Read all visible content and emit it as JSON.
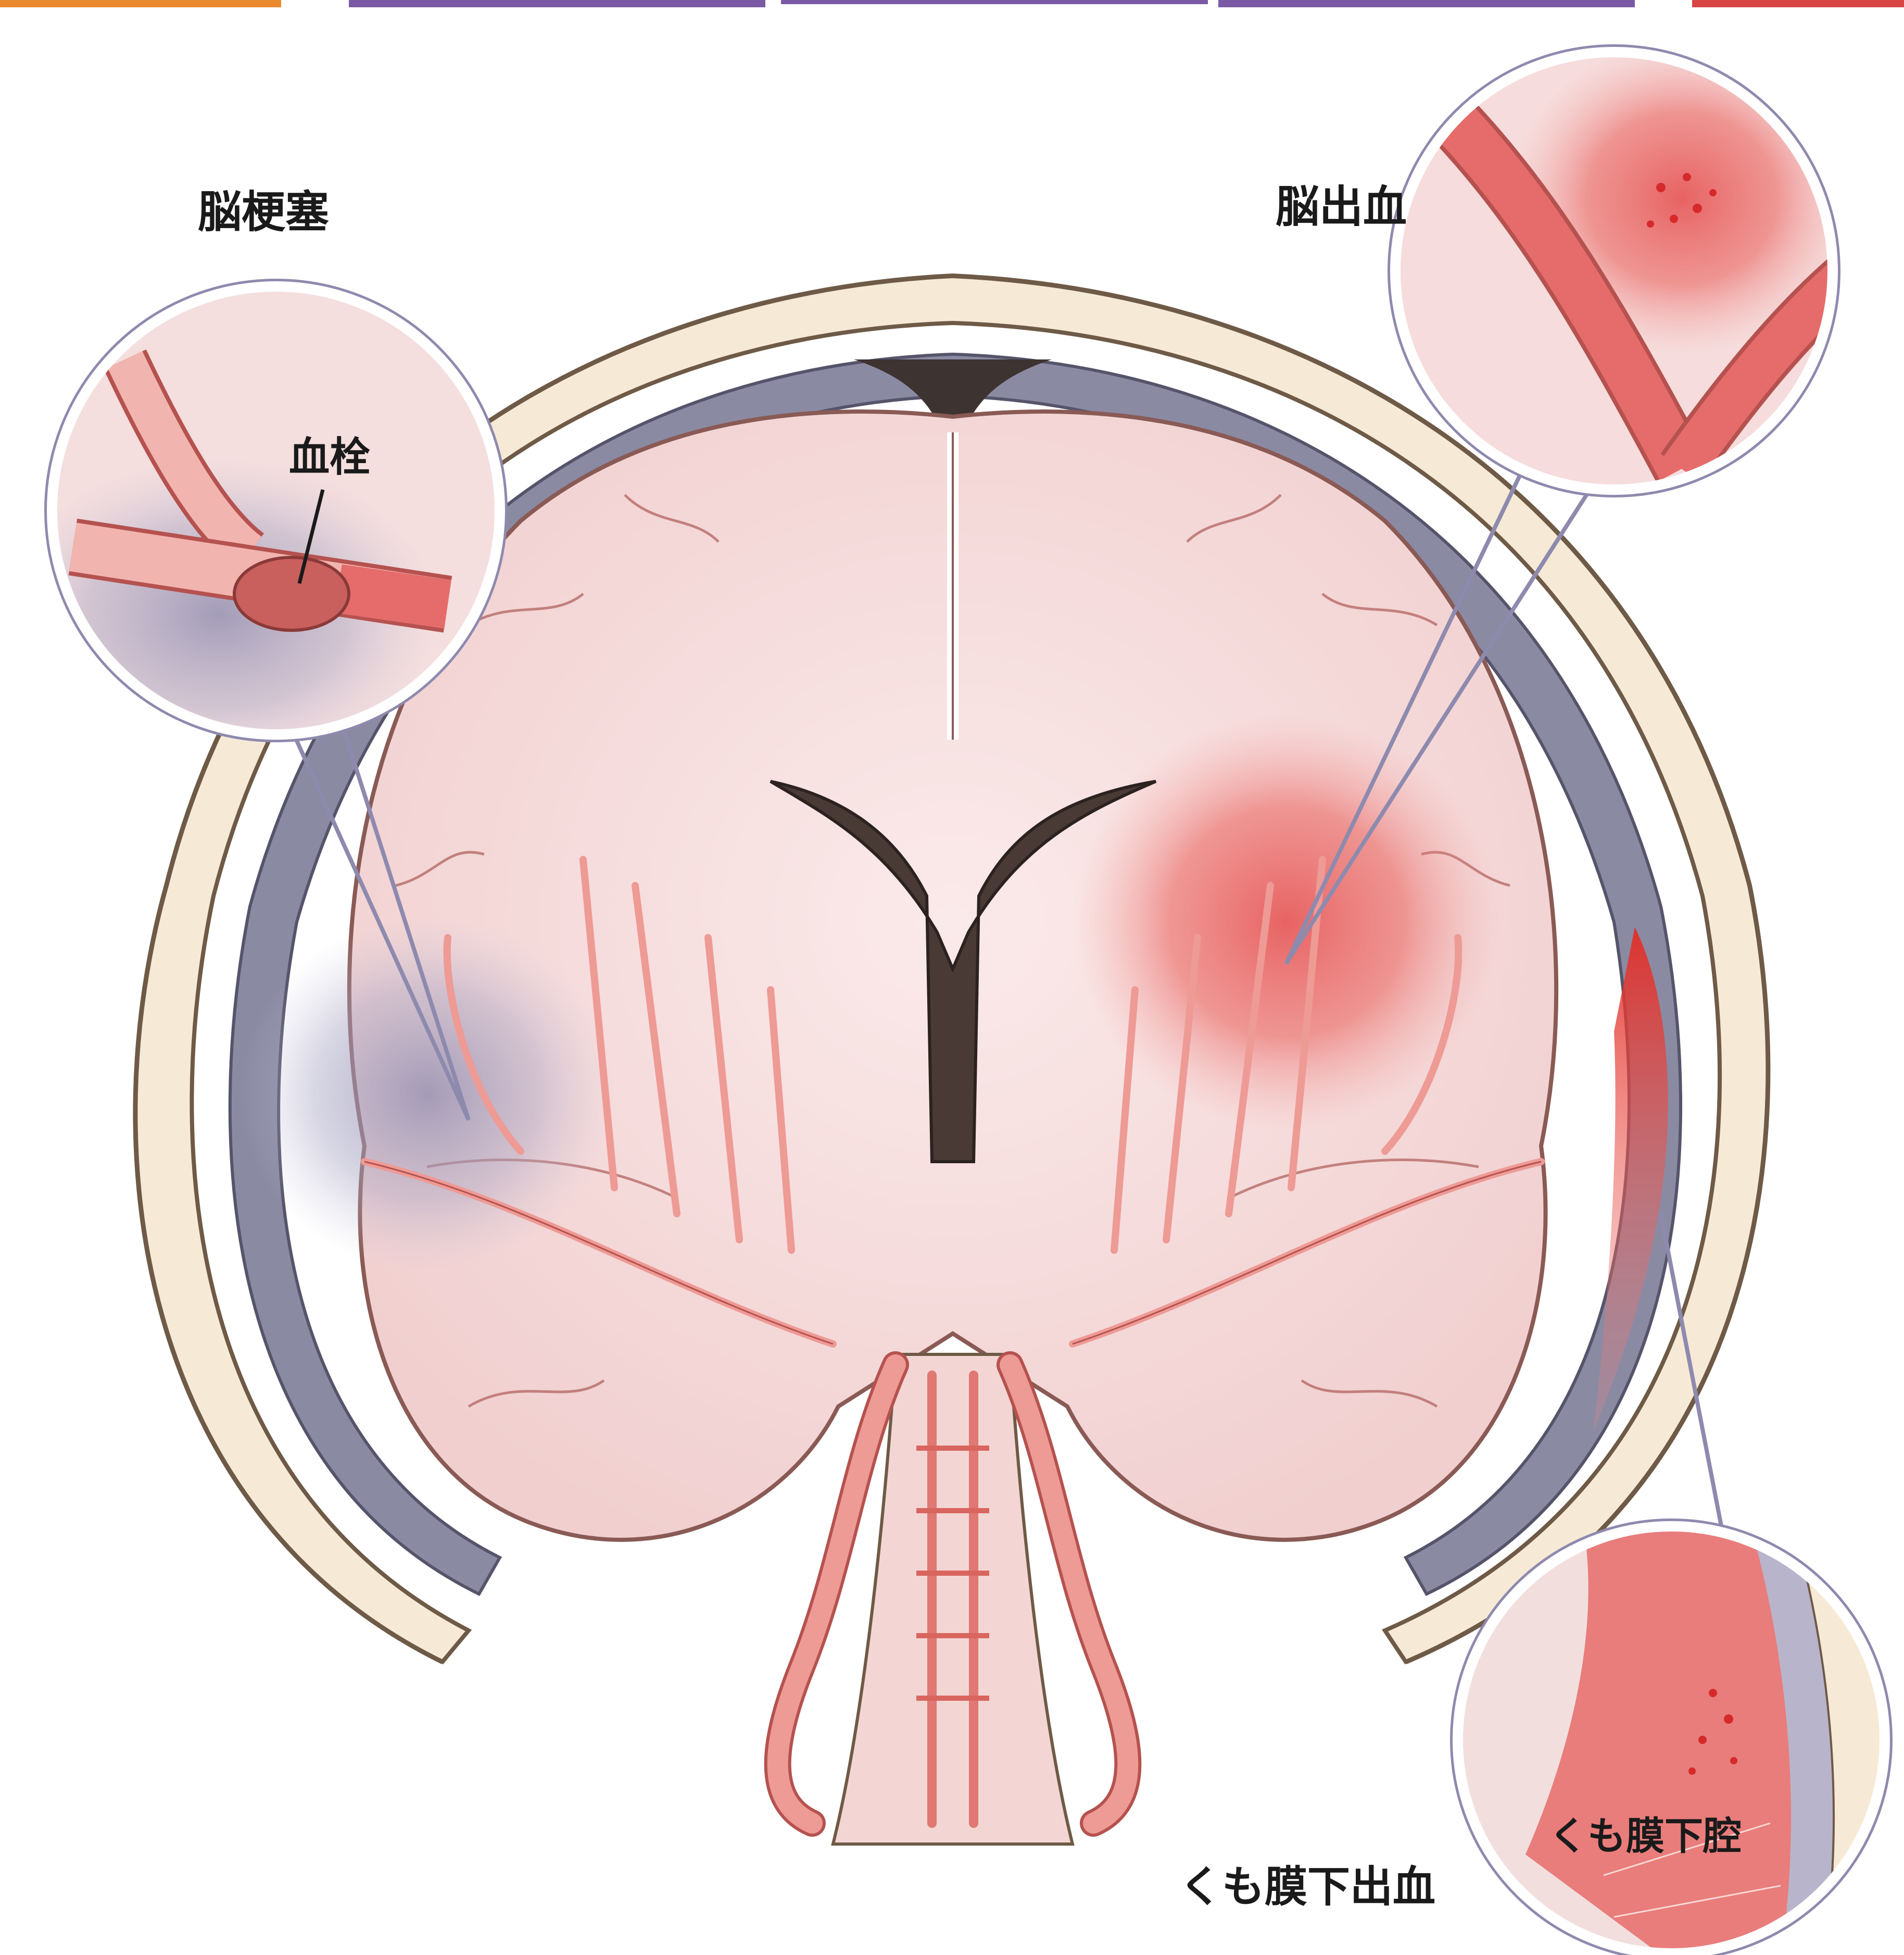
{
  "labels": {
    "infarction": "脳梗塞",
    "hemorrhage": "脳出血",
    "embolus": "血栓",
    "subarachnoid_space": "くも膜下腔",
    "subarachnoid_hemorrhage": "くも膜下出血"
  },
  "colors": {
    "header_orange": "#e98a2e",
    "header_purple": "#7a5aa4",
    "header_red": "#d94545",
    "skull": "#f6ead6",
    "skull_outline": "#6e5a46",
    "dura_gray": "#8b8aa3",
    "brain": "#f7dcdc",
    "artery": "#ee9a95",
    "artery_outline": "#b5524f",
    "bleed": "#e23a3a",
    "ventricle": "#4a3a36",
    "ischemia": "#9a97b5"
  }
}
